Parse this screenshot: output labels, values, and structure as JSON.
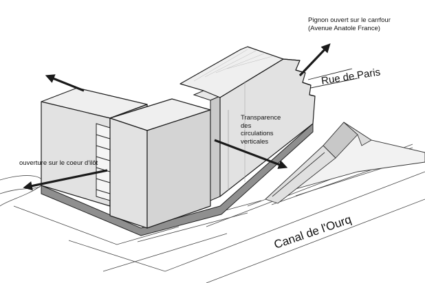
{
  "labels": {
    "pignon_line1": "Pignon ouvert sur le carrfour",
    "pignon_line2": "(Avenue Anatole France)",
    "rue": "Rue de Paris",
    "transparence_line1": "Transparence",
    "transparence_line2": "des",
    "transparence_line3": "circulations",
    "transparence_line4": "verticales",
    "ilot": "ouverture sur le coeur d'ilôt",
    "canal": "Canal de l'Ourq"
  },
  "colors": {
    "ink": "#1a1a1a",
    "facade_light": "#e6e6e6",
    "facade_mid": "#d4d4d4",
    "facade_dark": "#bdbdbd",
    "base_shadow": "#8f8f8f",
    "background": "#ffffff"
  },
  "icons": [
    "arrow-up-left",
    "arrow-up-right",
    "arrow-down-right",
    "arrow-down-left"
  ]
}
